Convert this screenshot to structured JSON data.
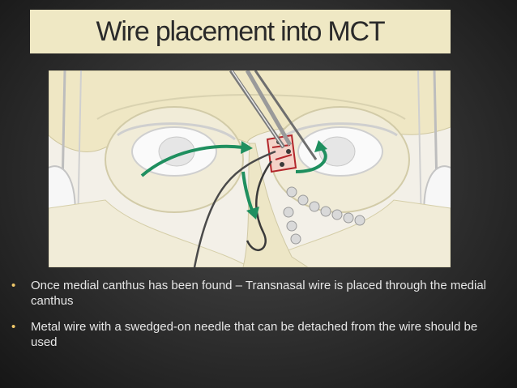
{
  "slide": {
    "title": "Wire placement into MCT",
    "bullets": [
      "Once medial canthus has been found – Transnasal wire is placed through the medial canthus",
      "Metal wire with a swedged-on needle that can be detached from the wire should be used"
    ]
  },
  "colors": {
    "background": "#2e2e2e",
    "title_band": "#efe8c4",
    "bullet_marker": "#f0c86a",
    "arrow_green": "#1f8f5f",
    "bone": "#efe7c4",
    "fracture_red": "#b3262b"
  }
}
